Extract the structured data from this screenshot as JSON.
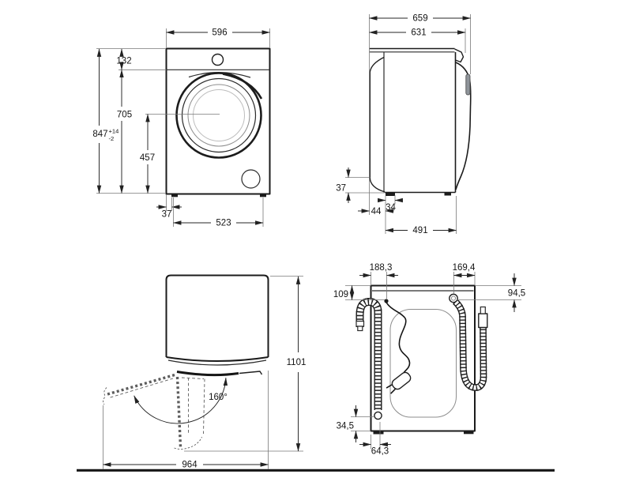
{
  "diagram": {
    "front": {
      "width": "596",
      "height": "847",
      "height_tol_up": "+14",
      "height_tol_down": "-2",
      "top_panel": "132",
      "upper_center": "705",
      "door_center": "457",
      "foot_offset": "37",
      "feet_span": "523"
    },
    "side": {
      "depth_total": "659",
      "depth_body": "631",
      "rear_gap": "37",
      "foot_length": "34",
      "rear_offset": "44",
      "feet_span": "491"
    },
    "top_open": {
      "door_angle": "160°",
      "depth_door_open": "1101",
      "width_door_open": "964"
    },
    "rear": {
      "drain_offset_left": "188,3",
      "inlet_offset_right": "169,4",
      "drain_drop": "109",
      "inlet_drop": "94,5",
      "hose_bottom_height": "34,5",
      "hose_bottom_offset": "64,3"
    }
  }
}
